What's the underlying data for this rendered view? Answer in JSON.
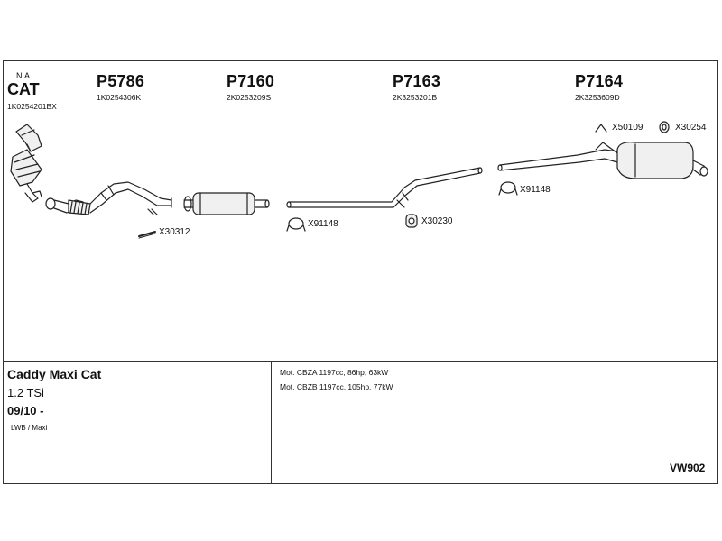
{
  "parts": {
    "cat": {
      "na_label": "N.A",
      "code": "CAT",
      "oem": "1K0254201BX"
    },
    "p1": {
      "code": "P5786",
      "oem": "1K0254306K"
    },
    "p2": {
      "code": "P7160",
      "oem": "2K0253209S"
    },
    "p3": {
      "code": "P7163",
      "oem": "2K3253201B"
    },
    "p4": {
      "code": "P7164",
      "oem": "2K3253609D"
    }
  },
  "accessories": {
    "a1": "X50109",
    "a2": "X30254",
    "a3": "X91148",
    "a4": "X30312",
    "a5": "X91148",
    "a6": "X30230"
  },
  "vehicle": {
    "model": "Caddy Maxi Cat",
    "engine": "1.2 TSi",
    "years": "09/10 -",
    "body": "LWB / Maxi"
  },
  "motors": [
    "Mot. CBZA 1197cc, 86hp, 63kW",
    "Mot. CBZB 1197cc, 105hp, 77kW"
  ],
  "reference": "VW902",
  "colors": {
    "line": "#222222",
    "fill": "#f0f0f0",
    "border": "#333333"
  }
}
